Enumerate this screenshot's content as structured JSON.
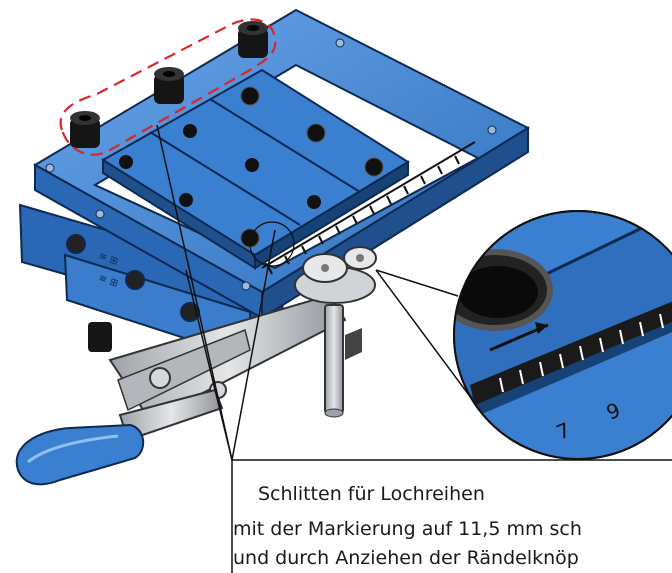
{
  "caption": {
    "line1": "Schlitten für Lochreihen",
    "line2": "mit der Markierung auf 11,5 mm sch",
    "line3": "und durch Anziehen der Rändelknöp"
  },
  "colors": {
    "blue": "#3a7fd0",
    "blue_dark": "#1f4f8c",
    "blue_light": "#6aa6ea",
    "steel": "#c9ccd0",
    "black": "#151515",
    "highlight": "#d8262b"
  },
  "icons": {
    "screws": "hex-socket-screw-icon",
    "toggle": "toggle-clamp-icon",
    "knob": "knurled-knob-icon"
  }
}
